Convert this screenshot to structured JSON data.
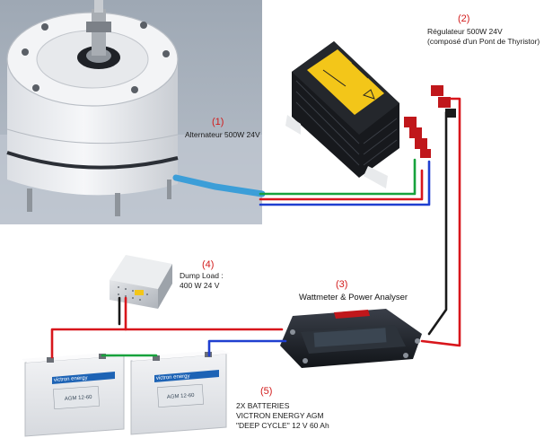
{
  "components": {
    "alternator": {
      "number": "(1)",
      "label": "Alternateur 500W 24V"
    },
    "regulator": {
      "number": "(2)",
      "line1": "Régulateur  500W 24V",
      "line2": "(composé d'un Pont de Thyristor)"
    },
    "wattmeter": {
      "number": "(3)",
      "title": "Wattmeter & Power Analyser"
    },
    "dump_load": {
      "number": "(4)",
      "line1": "Dump Load :",
      "line2": "400 W 24 V"
    },
    "batteries": {
      "number": "(5)",
      "line1": "2X BATTERIES",
      "line2": "VICTRON ENERGY AGM",
      "line3": "\"DEEP CYCLE\" 12 V 60 Ah"
    }
  },
  "battery_labels": {
    "brand": "victron energy",
    "model": "AGM 12-60"
  },
  "colors": {
    "wire_red": "#d8161c",
    "wire_green": "#17a23c",
    "wire_blue": "#1f3fd0",
    "label_number": "#d21a1a"
  }
}
